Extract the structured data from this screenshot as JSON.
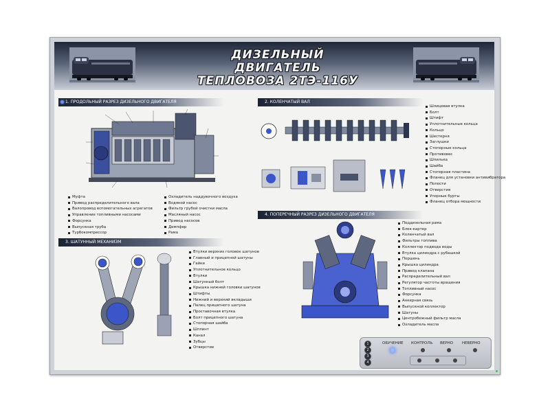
{
  "header": {
    "title_line1": "ДИЗЕЛЬНЫЙ ДВИГАТЕЛЬ",
    "title_line2": "ТЕПЛОВОЗА 2ТЭ-116У"
  },
  "sections": {
    "s1": {
      "title": "1. ПРОДОЛЬНЫЙ РАЗРЕЗ ДИЗЕЛЬНОГО ДВИГАТЕЛЯ",
      "items_left": [
        "Муфта",
        "Привод распределительного вала",
        "Валопровод вспомогательных агрегатов",
        "Управление топливными насосами",
        "Форсунка",
        "Выпускная труба",
        "Турбокомпрессор"
      ],
      "items_right": [
        "Охладитель наддувочного воздуха",
        "Водяной насос",
        "Фильтр грубой очистки масла",
        "Масляный насос",
        "Привод насосов",
        "Демпфер",
        "Рама"
      ]
    },
    "s2": {
      "title": "2. КОЛЕНЧАТЫЙ ВАЛ",
      "items": [
        "Шлицевая втулка",
        "Болт",
        "Штифт",
        "Уплотнительные кольца",
        "Кольцо",
        "Шестерня",
        "Заглушки",
        "Стопорные кольца",
        "Противовес",
        "Шпилька",
        "Шайба",
        "Стопорная пластина",
        "Фланец для установки антивибратора",
        "Полости",
        "Отверстия",
        "Упорные бурты",
        "Фланец отбора мощности"
      ]
    },
    "s3": {
      "title": "3. ШАТУННЫЙ МЕХАНИЗМ",
      "items": [
        "Втулки верхних головок шатунов",
        "Главный и прицепной шатуны",
        "Гайки",
        "Уплотнительное кольцо",
        "Втулки",
        "Шатунный болт",
        "Крышка нижней головки шатунов",
        "Штифты",
        "Нижний и верхний вкладыши",
        "Палец прицепного шатуна",
        "Проставочная втулка",
        "Болт прицепного шатуна",
        "Стопорная шайба",
        "Шплинт",
        "Канал",
        "Зубцы",
        "Отверстие"
      ]
    },
    "s4": {
      "title": "4. ПОПЕРЕЧНЫЙ РАЗРЕЗ ДИЗЕЛЬНОГО ДВИГАТЕЛЯ",
      "items": [
        "Поддизельная рама",
        "Блок-картер",
        "Коленчатый вал",
        "Фильтры топлива",
        "Коллектор подвода воды",
        "Втулка цилиндра с рубашкой",
        "Поршень",
        "Крышка цилиндра",
        "Привод клапана",
        "Распределительный вал",
        "Регулятор частоты вращения",
        "Топливный насос",
        "Форсунка",
        "Анкерная связь",
        "Выпускной коллектор",
        "Шатуны",
        "Центробежный фильтр масла",
        "Охладитель масла"
      ]
    }
  },
  "controls": {
    "modes": [
      "ОБУЧЕНИЕ",
      "КОНТРОЛЬ",
      "ВЕРНО",
      "НЕВЕРНО"
    ],
    "buttons": [
      "1",
      "2",
      "3",
      "4"
    ]
  },
  "colors": {
    "accent_blue": "#3b56c9",
    "header_dark": "#1e2739",
    "lamp_on": "#6f95ff"
  }
}
